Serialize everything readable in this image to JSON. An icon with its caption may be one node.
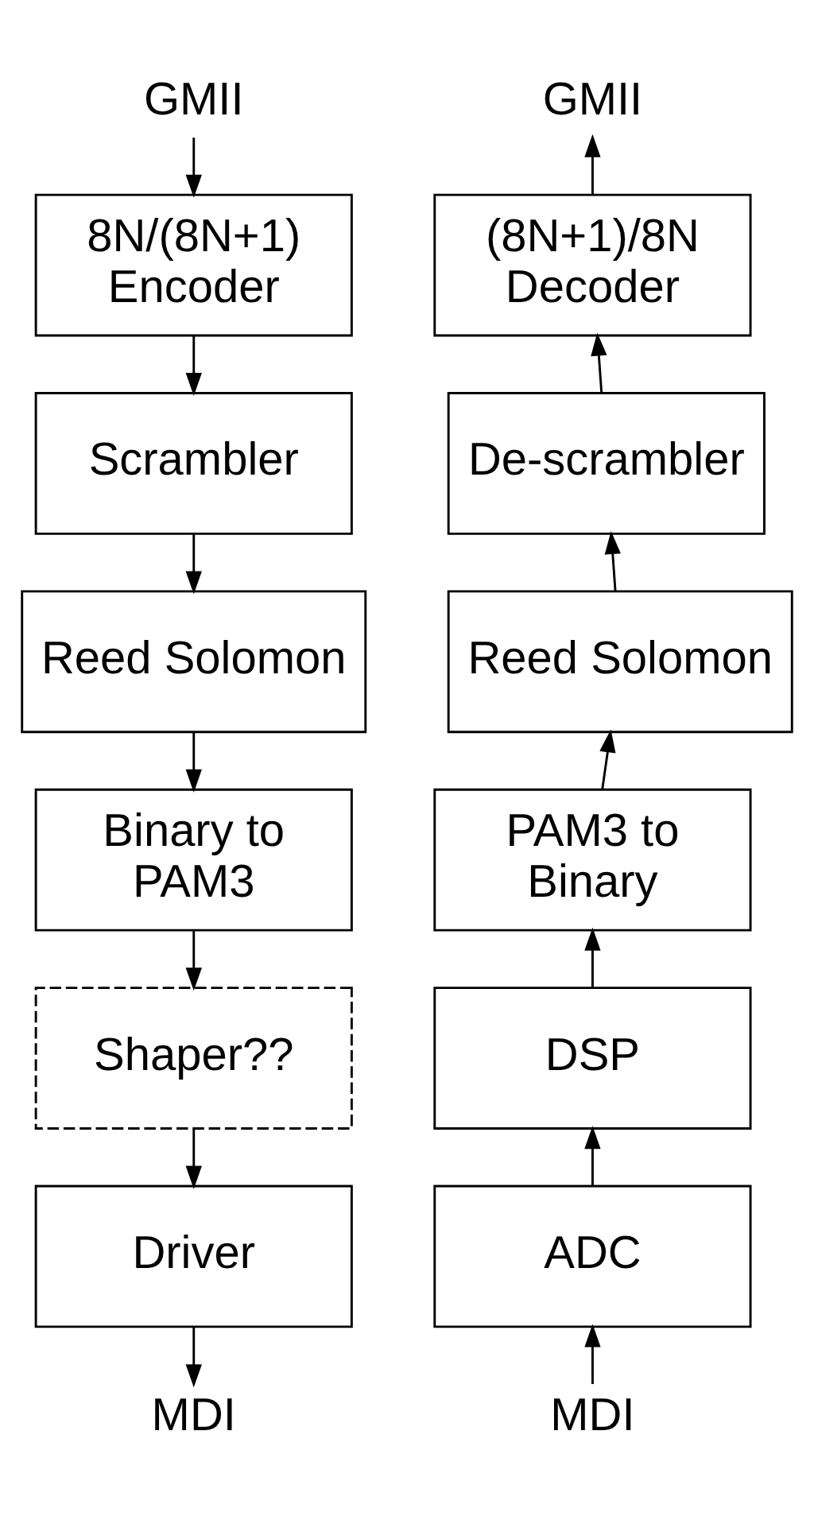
{
  "diagram": {
    "nodes": [
      {
        "text": [
          "GMII"
        ]
      },
      {
        "text": [
          "8N/(8N+1) Encoder"
        ]
      },
      {
        "text": [
          "Scrambler"
        ]
      },
      {
        "text": [
          "Reed Solomon"
        ]
      },
      {
        "text": [
          "Binary to PAM3"
        ]
      },
      {
        "text": [
          "Shaper??"
        ]
      },
      {
        "text": [
          "Driver"
        ]
      },
      {
        "text": [
          "MDI"
        ]
      },
      {
        "text": [
          "GMII"
        ]
      },
      {
        "text": [
          "(8N+1)/8N Decoder"
        ]
      },
      {
        "text": [
          "De-scrambler"
        ]
      },
      {
        "text": [
          "Reed Solomon"
        ]
      },
      {
        "text": [
          "PAM3 to Binary"
        ]
      },
      {
        "text": [
          "DSP"
        ]
      },
      {
        "text": [
          "ADC"
        ]
      },
      {
        "text": [
          "MDI"
        ]
      }
    ],
    "edges": [
      {
        "from": 0,
        "to": 1,
        "arrow": "to"
      },
      {
        "from": 1,
        "to": 2,
        "arrow": "to"
      },
      {
        "from": 2,
        "to": 3,
        "arrow": "to"
      },
      {
        "from": 3,
        "to": 4,
        "arrow": "to"
      },
      {
        "from": 4,
        "to": 5,
        "arrow": "to"
      },
      {
        "from": 5,
        "to": 6,
        "arrow": "to"
      },
      {
        "from": 6,
        "to": 7,
        "arrow": "to"
      },
      {
        "from": 15,
        "to": 14,
        "arrow": "to"
      },
      {
        "from": 14,
        "to": 13,
        "arrow": "to"
      },
      {
        "from": 13,
        "to": 12,
        "arrow": "to"
      },
      {
        "from": 12,
        "to": 11,
        "arrow": "to"
      },
      {
        "from": 11,
        "to": 10,
        "arrow": "to"
      },
      {
        "from": 10,
        "to": 9,
        "arrow": "to"
      },
      {
        "from": 9,
        "to": 8,
        "arrow": "to"
      }
    ]
  }
}
